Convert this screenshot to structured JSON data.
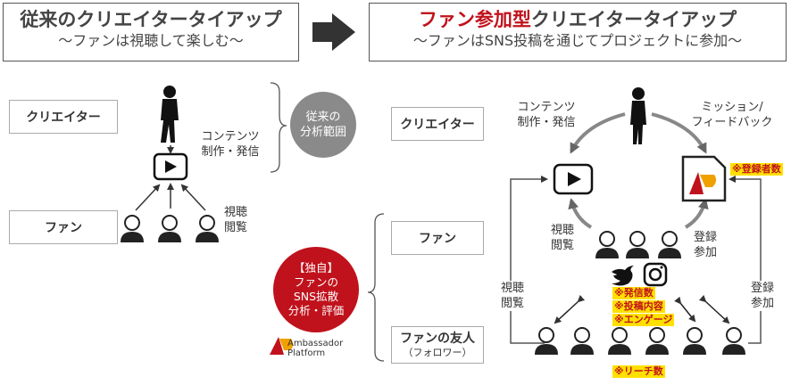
{
  "left_header": {
    "title": "従来のクリエイタータイアップ",
    "subtitle": "〜ファンは視聴して楽しむ〜"
  },
  "right_header": {
    "title_red": "ファン参加型",
    "title_rest": "クリエイタータイアップ",
    "subtitle": "〜ファンはSNS投稿を通じてプロジェクトに参加〜"
  },
  "left": {
    "creator_label": "クリエイター",
    "fan_label": "ファン",
    "content_text": "コンテンツ\n制作・発信",
    "view_text": "視聴\n閲覧"
  },
  "middle": {
    "gray_circle": "従来の\n分析範囲",
    "red_circle": "【独自】\nファンの\nSNS拡散\n分析・評価",
    "logo_line1": "Ambassador",
    "logo_line2": "Platform"
  },
  "right": {
    "creator_label": "クリエイター",
    "fan_label": "ファン",
    "friend_label": "ファンの友人",
    "friend_sub": "（フォロワー）",
    "content_text": "コンテンツ\n制作・発信",
    "mission_text": "ミッション/\nフィードバック",
    "view_text": "視聴\n閲覧",
    "view_text2": "視聴\n閲覧",
    "register_text": "登録\n参加",
    "register_text2": "登録\n参加",
    "registered": "※登録者数",
    "metric_posts": "※発信数",
    "metric_content": "※投稿内容",
    "metric_engage": "※エンゲージ",
    "metric_reach": "※リーチ数"
  }
}
